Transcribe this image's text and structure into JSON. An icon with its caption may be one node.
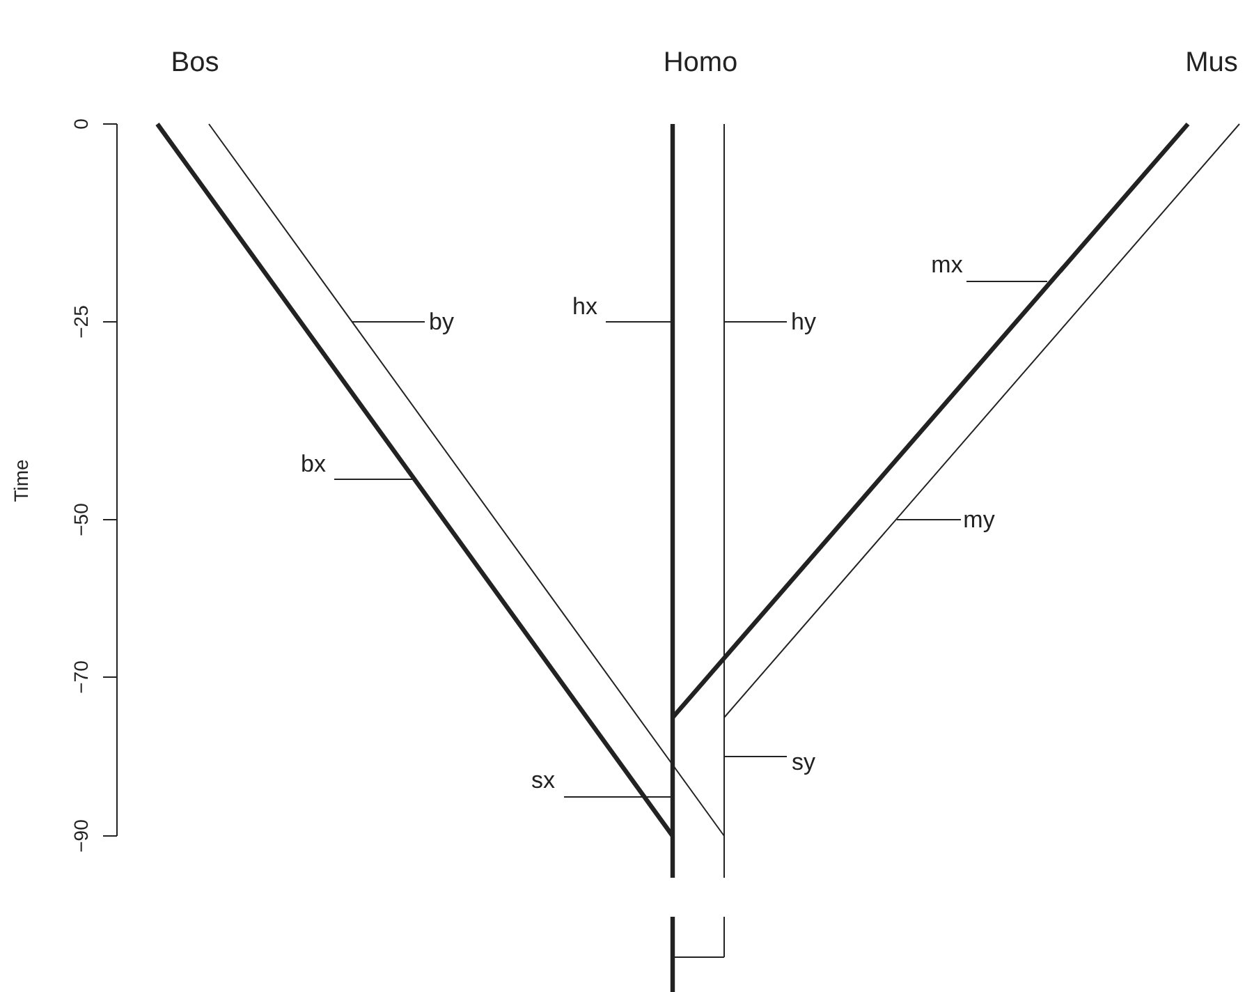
{
  "diagram": {
    "nodes": [
      {
        "text": [
          "by"
        ]
      },
      {
        "text": [
          "bx"
        ]
      },
      {
        "text": [
          "hx"
        ]
      },
      {
        "text": [
          "hy"
        ]
      },
      {
        "text": [
          "mx"
        ]
      },
      {
        "text": [
          "my"
        ]
      },
      {
        "text": [
          "sx"
        ]
      },
      {
        "text": [
          "sy"
        ]
      }
    ],
    "edges": [
      {
        "from": 0,
        "to": null,
        "arrow": "none"
      },
      {
        "from": 1,
        "to": null,
        "arrow": "none"
      },
      {
        "from": 2,
        "to": null,
        "arrow": "none"
      },
      {
        "from": 3,
        "to": null,
        "arrow": "none"
      },
      {
        "from": 4,
        "to": null,
        "arrow": "none"
      },
      {
        "from": 5,
        "to": null,
        "arrow": "none"
      },
      {
        "from": 6,
        "to": null,
        "arrow": "none"
      },
      {
        "from": 7,
        "to": null,
        "arrow": "none"
      }
    ],
    "labels": [
      "Bos",
      "Homo",
      "Mus",
      "0",
      "−25",
      "Time",
      "−50",
      "−70",
      "−90"
    ]
  }
}
